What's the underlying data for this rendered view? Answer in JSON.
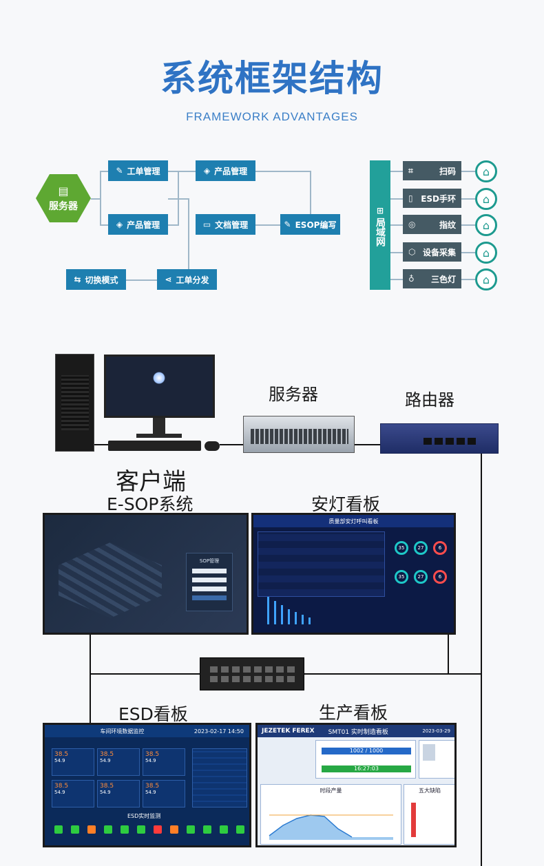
{
  "header": {
    "title": "系统框架结构",
    "subtitle": "FRAMEWORK ADVANTAGES"
  },
  "framework": {
    "server": "服务器",
    "work_order_mgmt": "工单管理",
    "product_mgmt_bottom": "产品管理",
    "product_mgmt_top": "产品管理",
    "doc_mgmt": "文档管理",
    "esop_edit": "ESOP编写",
    "switch_mode": "切换模式",
    "work_order_dispatch": "工单分发",
    "lan_label": "局域网",
    "devices": [
      "扫码",
      "ESD手环",
      "指纹",
      "设备采集",
      "三色灯"
    ],
    "colors": {
      "node": "#1e7fb0",
      "server_hex": "#5ea832",
      "lan": "#22a09a",
      "device": "#455a64"
    }
  },
  "hardware": {
    "server_label": "服务器",
    "router_label": "路由器",
    "client_label": "客户端",
    "esop_label": "E-SOP系统",
    "andon_label": "安灯看板",
    "esd_label": "ESD看板",
    "prod_label": "生产看板"
  },
  "screens": {
    "esop_login_title": "SOP管理",
    "andon_title": "质量部安灯呼叫看板",
    "andon_gauges": [
      "35",
      "27",
      "6",
      "35",
      "27",
      "6"
    ],
    "esd_title": "车间环境数据监控",
    "esd_date": "2023-02-17",
    "esd_time": "14:50",
    "esd_readings": [
      "38.5",
      "54.9",
      "38.5",
      "54.9",
      "38.5",
      "54.9",
      "38.5",
      "54.9",
      "38.5",
      "54.9",
      "38.5",
      "54.9"
    ],
    "esd_realtime": "ESD实时监测",
    "prod_brand": "JEZETEK",
    "prod_brand2": "FEREX",
    "prod_title": "SMT01 实时制造看板",
    "prod_count": "1002 / 1000",
    "prod_time": "16:27:03",
    "prod_hourly": "时段产量",
    "prod_defects": "五大缺陷",
    "prod_date": "2023-03-29"
  }
}
